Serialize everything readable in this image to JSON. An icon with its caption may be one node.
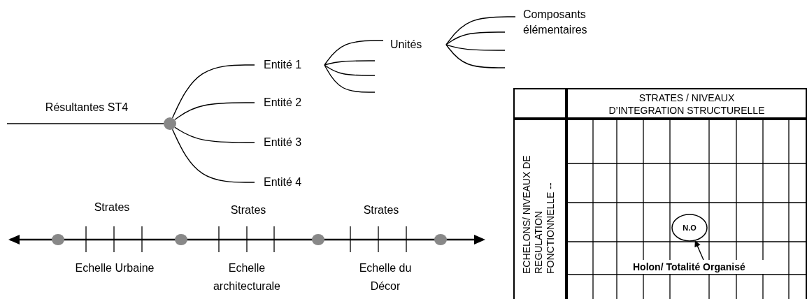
{
  "diagram": {
    "nodes": [
      {
        "text": [],
        "shape": "circle"
      },
      {
        "text": [
          "Entité 1"
        ]
      },
      {
        "text": [
          "Entité 2"
        ]
      },
      {
        "text": [
          "Entité 3"
        ]
      },
      {
        "text": [
          "Entité 4"
        ]
      },
      {
        "text": [
          "Unités"
        ]
      },
      {
        "text": [
          "Composants élémentaires"
        ]
      },
      {
        "text": [
          "N.O"
        ]
      },
      {
        "text": [
          "Holon/ Totalité Organisé"
        ]
      }
    ],
    "edges": [
      {
        "from": null,
        "to": 0,
        "arrow": "none",
        "label": "Résultantes ST4"
      },
      {
        "from": 0,
        "to": 1,
        "arrow": "none"
      },
      {
        "from": 0,
        "to": 2,
        "arrow": "none"
      },
      {
        "from": 0,
        "to": 3,
        "arrow": "none"
      },
      {
        "from": 0,
        "to": 4,
        "arrow": "none"
      },
      {
        "from": 1,
        "to": 5,
        "arrow": "none"
      },
      {
        "from": 1,
        "to": null,
        "arrow": "none"
      },
      {
        "from": 1,
        "to": null,
        "arrow": "none"
      },
      {
        "from": 1,
        "to": null,
        "arrow": "none"
      },
      {
        "from": 5,
        "to": 6,
        "arrow": "none"
      },
      {
        "from": 5,
        "to": null,
        "arrow": "none"
      },
      {
        "from": 5,
        "to": null,
        "arrow": "none"
      },
      {
        "from": 5,
        "to": null,
        "arrow": "none"
      },
      {
        "from": 8,
        "to": 7,
        "arrow": "to"
      }
    ],
    "labels": [
      "STRATES / NIVEAUX D’INTEGRATION STRUCTURELLE",
      "Strates",
      "Strates",
      "Strates",
      "Echelle Urbaine",
      "Echelle architecturale",
      "Echelle du Décor",
      "ECHELONS/ NIVEAUX DE REGULATION FONCTIONNELLE --"
    ]
  }
}
